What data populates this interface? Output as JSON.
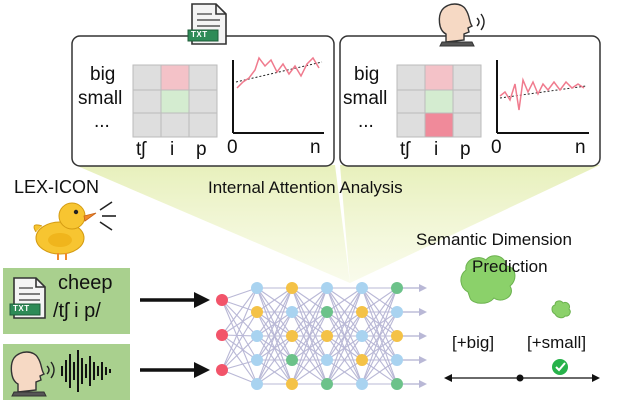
{
  "panel_left": {
    "rows": [
      "big",
      "small",
      "..."
    ],
    "cols": [
      "tʃ",
      "i",
      "p"
    ],
    "x_start": "0",
    "x_end": "n",
    "icon": "txt-file-icon",
    "icon_text": "TXT"
  },
  "panel_right": {
    "rows": [
      "big",
      "small",
      "..."
    ],
    "cols": [
      "tʃ",
      "i",
      "p"
    ],
    "x_start": "0",
    "x_end": "n",
    "icon": "speaking-head-icon"
  },
  "analysis_title": "Internal Attention Analysis",
  "lex_icon_label": "LEX-ICON",
  "inputs": {
    "text": {
      "word": "cheep",
      "ipa": "/tʃ i p/",
      "icon": "txt-file-icon",
      "icon_text": "TXT"
    },
    "audio": {
      "icon": "speaking-head-icon",
      "waveform_icon": "waveform-icon"
    }
  },
  "prediction": {
    "title_line1": "Semantic Dimension",
    "title_line2": "Prediction",
    "big_label": "[+big]",
    "small_label": "[+small]",
    "check_icon": "check-circle-icon"
  },
  "colors": {
    "panel_border": "#333333",
    "input_box": "#a9d08e",
    "grid_pink": "#f4c2c8",
    "grid_pink_strong": "#f08a9a",
    "grid_green": "#d4ecd0",
    "grid_gray": "#dedede",
    "line_pink": "#f07b8e",
    "blob_green": "#8bd16a",
    "node_blue": "#a9d3f0",
    "node_yellow": "#f4c247",
    "node_green": "#6cc28a",
    "node_red": "#f2546a",
    "duck_yellow": "#f7c531",
    "check_green": "#27b24a"
  }
}
